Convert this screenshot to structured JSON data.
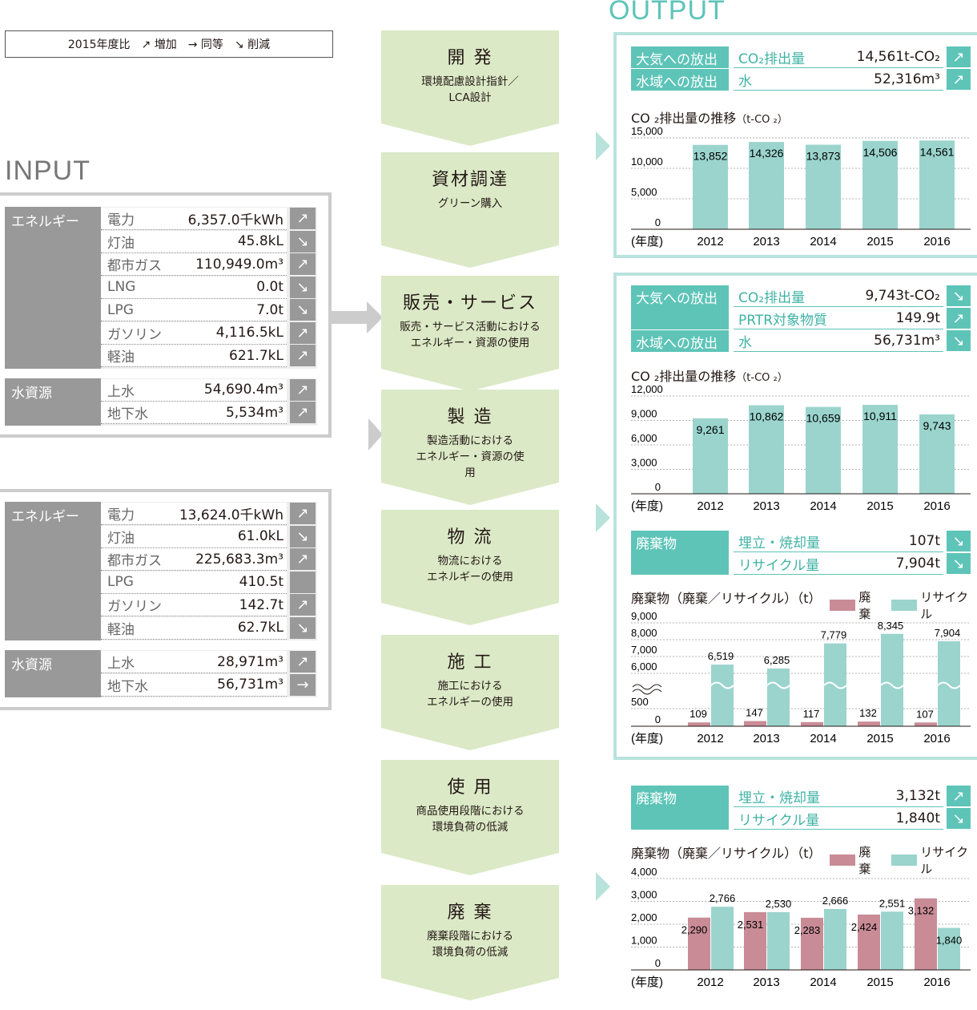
{
  "legend": {
    "base": "2015年度比",
    "increase_symbol": "↗",
    "increase": "増加",
    "equal_symbol": "→",
    "equal": "同等",
    "decrease_symbol": "↘",
    "decrease": "削減"
  },
  "input_title": "INPUT",
  "output_title": "OUTPUT",
  "input_top": {
    "energy_label": "エネルギー",
    "energy": [
      {
        "name": "電力",
        "value": "6,357.0千kWh",
        "trend": "↗"
      },
      {
        "name": "灯油",
        "value": "45.8kL",
        "trend": "↘"
      },
      {
        "name": "都市ガス",
        "value": "110,949.0m³",
        "trend": "↗"
      },
      {
        "name": "LNG",
        "value": "0.0t",
        "trend": "↘"
      },
      {
        "name": "LPG",
        "value": "7.0t",
        "trend": "↘"
      },
      {
        "name": "ガソリン",
        "value": "4,116.5kL",
        "trend": "↗"
      },
      {
        "name": "軽油",
        "value": "621.7kL",
        "trend": "↗"
      }
    ],
    "water_label": "水資源",
    "water": [
      {
        "name": "上水",
        "value": "54,690.4m³",
        "trend": "↗"
      },
      {
        "name": "地下水",
        "value": "5,534m³",
        "trend": "↗"
      }
    ]
  },
  "input_bottom": {
    "energy_label": "エネルギー",
    "energy": [
      {
        "name": "電力",
        "value": "13,624.0千kWh",
        "trend": "↗"
      },
      {
        "name": "灯油",
        "value": "61.0kL",
        "trend": "↘"
      },
      {
        "name": "都市ガス",
        "value": "225,683.3m³",
        "trend": "↗"
      },
      {
        "name": "LPG",
        "value": "410.5t",
        "trend": ""
      },
      {
        "name": "ガソリン",
        "value": "142.7t",
        "trend": "↗"
      },
      {
        "name": "軽油",
        "value": "62.7kL",
        "trend": "↘"
      }
    ],
    "water_label": "水資源",
    "water": [
      {
        "name": "上水",
        "value": "28,971m³",
        "trend": "↗"
      },
      {
        "name": "地下水",
        "value": "56,731m³",
        "trend": "→"
      }
    ]
  },
  "flow": [
    {
      "title": "開 発",
      "desc": "環境配慮設計指針／\nLCA設計"
    },
    {
      "title": "資材調達",
      "desc": "グリーン購入"
    },
    {
      "title": "販売・サービス",
      "desc": "販売・サービス活動における\nエネルギー・資源の使用"
    },
    {
      "title": "製 造",
      "desc": "製造活動における\nエネルギー・資源の使\n用"
    },
    {
      "title": "物 流",
      "desc": "物流における\nエネルギーの使用"
    },
    {
      "title": "施 工",
      "desc": "施工における\nエネルギーの使用"
    },
    {
      "title": "使 用",
      "desc": "商品使用段階における\n環境負荷の低減"
    },
    {
      "title": "廃 棄",
      "desc": "廃棄段階における\n環境負荷の低減"
    }
  ],
  "out1": {
    "air_label": "大気への放出",
    "air": [
      {
        "name": "CO₂排出量",
        "value": "14,561t-CO₂",
        "trend": "↗"
      }
    ],
    "water_label": "水域への放出",
    "water": [
      {
        "name": "水",
        "value": "52,316m³",
        "trend": "↗"
      }
    ],
    "chart_title": "CO ₂排出量の推移",
    "chart_unit": "（t-CO ₂）"
  },
  "out2": {
    "air_label": "大気への放出",
    "air": [
      {
        "name": "CO₂排出量",
        "value": "9,743t-CO₂",
        "trend": "↘"
      },
      {
        "name": "PRTR対象物質",
        "value": "149.9t",
        "trend": "↗"
      }
    ],
    "water_label": "水域への放出",
    "water": [
      {
        "name": "水",
        "value": "56,731m³",
        "trend": "↘"
      }
    ],
    "chart_title": "CO ₂排出量の推移",
    "chart_unit": "（t-CO ₂）",
    "waste_label": "廃棄物",
    "waste": [
      {
        "name": "埋立・焼却量",
        "value": "107t",
        "trend": "↘"
      },
      {
        "name": "リサイクル量",
        "value": "7,904t",
        "trend": "↘"
      }
    ],
    "waste_chart_title": "廃棄物（廃棄／リサイクル）（t）",
    "legend_dispose": "廃棄",
    "legend_recycle": "リサイクル"
  },
  "out3": {
    "waste_label": "廃棄物",
    "waste": [
      {
        "name": "埋立・焼却量",
        "value": "3,132t",
        "trend": "↗"
      },
      {
        "name": "リサイクル量",
        "value": "1,840t",
        "trend": "↘"
      }
    ],
    "waste_chart_title": "廃棄物（廃棄／リサイクル）（t）",
    "legend_dispose": "廃棄",
    "legend_recycle": "リサイクル"
  },
  "colors": {
    "teal": "#5ec4b8",
    "bar": "#9ad4cd",
    "dispose": "#c98c97",
    "gray": "#999999",
    "flow": "#dbe9c6"
  },
  "chart_data": [
    {
      "type": "bar",
      "title": "CO ₂排出量の推移",
      "ylabel": "（t-CO ₂）",
      "xlabel": "（年度）",
      "categories": [
        "2012",
        "2013",
        "2014",
        "2015",
        "2016"
      ],
      "values": [
        13852,
        14326,
        13873,
        14506,
        14561
      ],
      "value_labels": [
        "13,852",
        "14,326",
        "13,873",
        "14,506",
        "14,561"
      ],
      "ylim": [
        0,
        15000
      ],
      "yticks": [
        "0",
        "5,000",
        "10,000",
        "15,000"
      ]
    },
    {
      "type": "bar",
      "title": "CO ₂排出量の推移",
      "ylabel": "（t-CO ₂）",
      "xlabel": "（年度）",
      "categories": [
        "2012",
        "2013",
        "2014",
        "2015",
        "2016"
      ],
      "values": [
        9261,
        10862,
        10659,
        10911,
        9743
      ],
      "value_labels": [
        "9,261",
        "10,862",
        "10,659",
        "10,911",
        "9,743"
      ],
      "ylim": [
        0,
        12000
      ],
      "yticks": [
        "0",
        "3,000",
        "6,000",
        "9,000",
        "12,000"
      ]
    },
    {
      "type": "bar",
      "title": "廃棄物（廃棄／リサイクル）（t）",
      "xlabel": "（年度）",
      "categories": [
        "2012",
        "2013",
        "2014",
        "2015",
        "2016"
      ],
      "series": [
        {
          "name": "廃棄",
          "values": [
            109,
            147,
            117,
            132,
            107
          ],
          "labels": [
            "109",
            "147",
            "117",
            "132",
            "107"
          ]
        },
        {
          "name": "リサイクル",
          "values": [
            6519,
            6285,
            7779,
            8345,
            7904
          ],
          "labels": [
            "6,519",
            "6,285",
            "7,779",
            "8,345",
            "7,904"
          ]
        }
      ],
      "yticks": [
        "0",
        "500",
        "6,000",
        "7,000",
        "8,000",
        "9,000"
      ],
      "axis_break": true
    },
    {
      "type": "bar",
      "title": "廃棄物（廃棄／リサイクル）（t）",
      "xlabel": "（年度）",
      "categories": [
        "2012",
        "2013",
        "2014",
        "2015",
        "2016"
      ],
      "series": [
        {
          "name": "廃棄",
          "values": [
            2290,
            2531,
            2283,
            2424,
            3132
          ],
          "labels": [
            "2,290",
            "2,531",
            "2,283",
            "2,424",
            "3,132"
          ]
        },
        {
          "name": "リサイクル",
          "values": [
            2766,
            2530,
            2666,
            2551,
            1840
          ],
          "labels": [
            "2,766",
            "2,530",
            "2,666",
            "2,551",
            "1,840"
          ]
        }
      ],
      "ylim": [
        0,
        4000
      ],
      "yticks": [
        "0",
        "1,000",
        "2,000",
        "3,000",
        "4,000"
      ]
    }
  ]
}
